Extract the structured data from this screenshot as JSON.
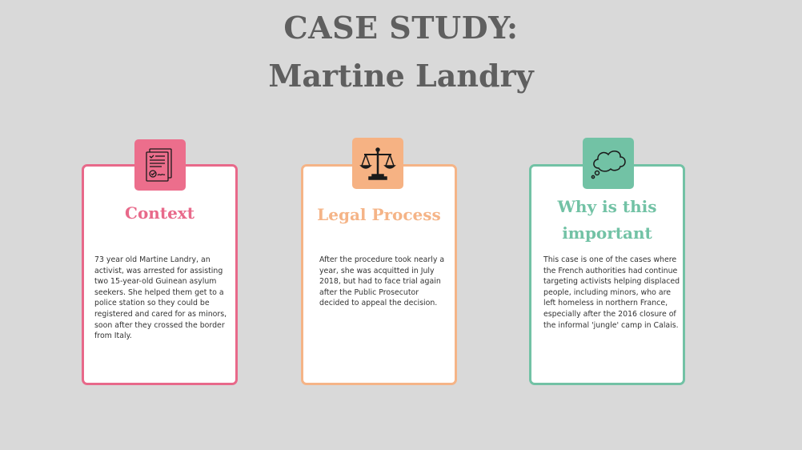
{
  "title": {
    "line1": "CASE STUDY:",
    "line2": "Martine Landry"
  },
  "cards": [
    {
      "heading": "Context",
      "icon": "document-icon",
      "accent": "#e8698a",
      "body": "73 year old Martine Landry, an activist, was arrested for assisting two 15-year-old Guinean asylum seekers. She helped them get to a police station so they could be registered and cared for as minors, soon after they crossed the border from Italy."
    },
    {
      "heading": "Legal Process",
      "icon": "scales-of-justice-icon",
      "accent": "#f5b487",
      "body": "After the procedure took nearly a year, she was acquitted in July 2018, but had to face trial again after the Public Prosecutor decided to appeal the decision."
    },
    {
      "heading": "Why is this important",
      "icon": "thought-cloud-icon",
      "accent": "#72c2a5",
      "body": "This case is one of the cases where the French authorities had continue targeting activists helping displaced people, including minors, who are left homeless in northern France, especially after the 2016 closure of the informal 'jungle' camp in Calais."
    }
  ]
}
